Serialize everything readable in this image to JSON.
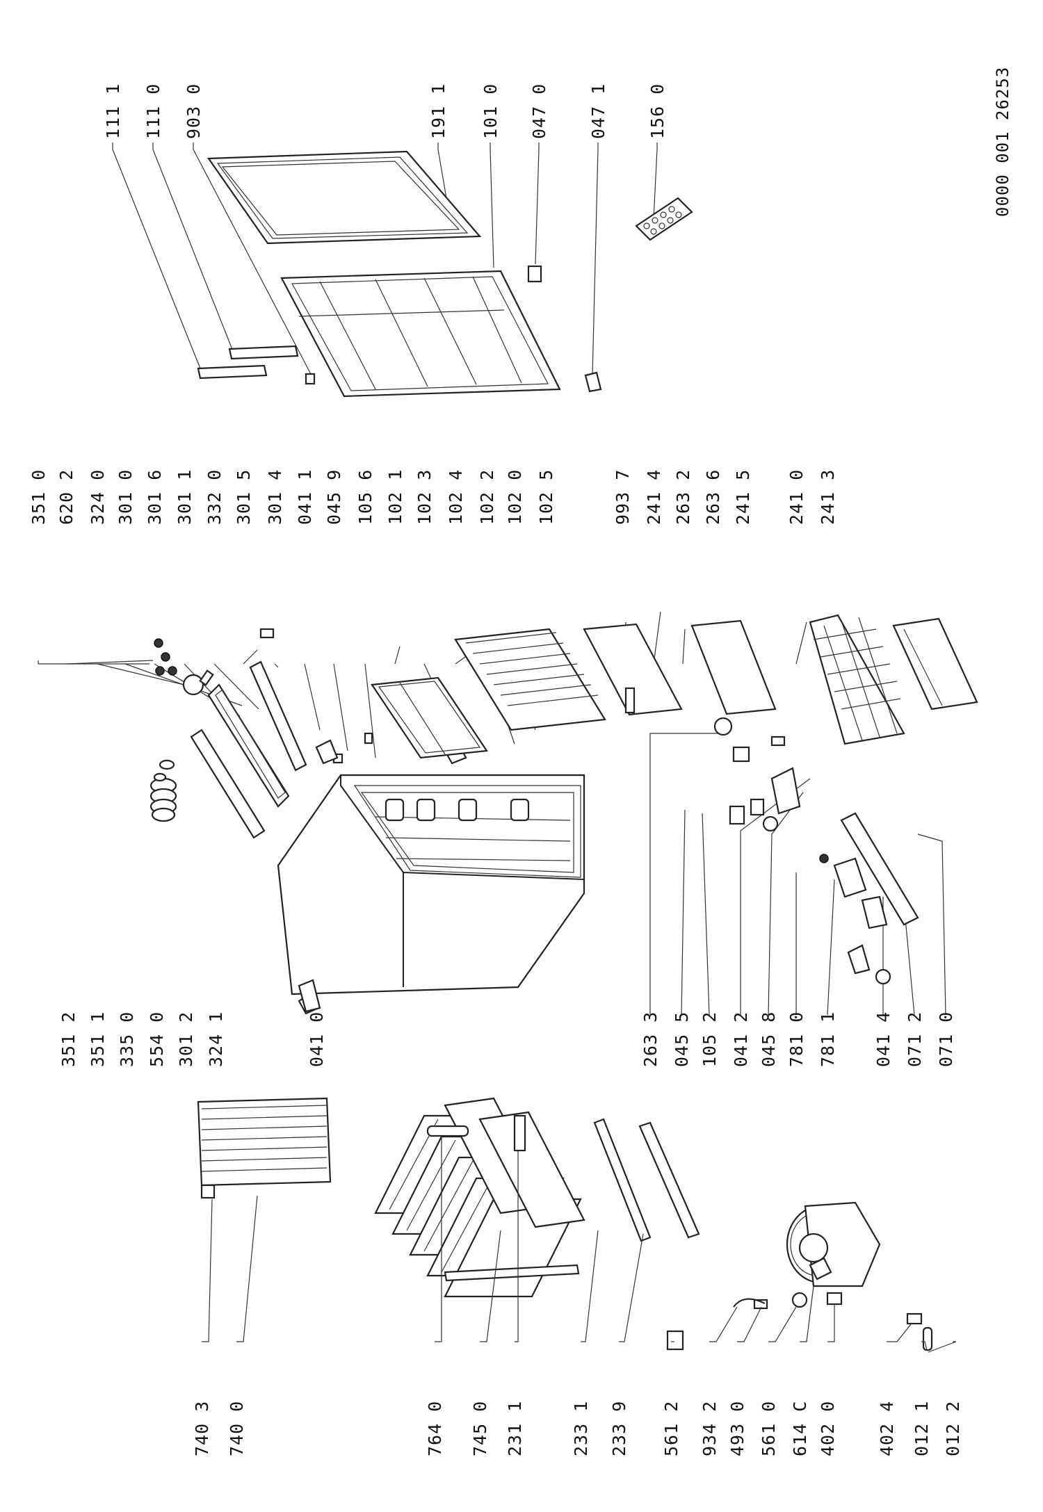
{
  "document_number": "0000 001 26253",
  "labels": {
    "l1111": "111 1",
    "l1110": "111 0",
    "l9030": "903 0",
    "l1911": "191 1",
    "l1010": "101 0",
    "l0470": "047 0",
    "l0471": "047 1",
    "l1560": "156 0",
    "l3510": "351 0",
    "l6202": "620 2",
    "l3240": "324 0",
    "l3010": "301 0",
    "l3016": "301 6",
    "l3011": "301 1",
    "l3320": "332 0",
    "l3015": "301 5",
    "l3014": "301 4",
    "l0411": "041 1",
    "l0459": "045 9",
    "l1056": "105 6",
    "l1021": "102 1",
    "l1023": "102 3",
    "l1024": "102 4",
    "l1022": "102 2",
    "l1020": "102 0",
    "l1025": "102 5",
    "l9937": "993 7",
    "l2414": "241 4",
    "l2632": "263 2",
    "l2636": "263 6",
    "l2415": "241 5",
    "l2410": "241 0",
    "l2413": "241 3",
    "l3512": "351 2",
    "l3511": "351 1",
    "l3350": "335 0",
    "l5540": "554 0",
    "l3012": "301 2",
    "l3241": "324 1",
    "l0410": "041 0",
    "l2633": "263 3",
    "l0455": "045 5",
    "l1052": "105 2",
    "l0412": "041 2",
    "l0458": "045 8",
    "l7810": "781 0",
    "l7811": "781 1",
    "l0414": "041 4",
    "l0712": "071 2",
    "l0710": "071 0",
    "l7403": "740 3",
    "l7400": "740 0",
    "l7640": "764 0",
    "l7450": "745 0",
    "l2311": "231 1",
    "l2331": "233 1",
    "l2339": "233 9",
    "l5612": "561 2",
    "l9342": "934 2",
    "l4930": "493 0",
    "l5610": "561 0",
    "l614C": "614 C",
    "l4020": "402 0",
    "l4024": "402 4",
    "l0121": "012 1",
    "l0122": "012 2"
  }
}
